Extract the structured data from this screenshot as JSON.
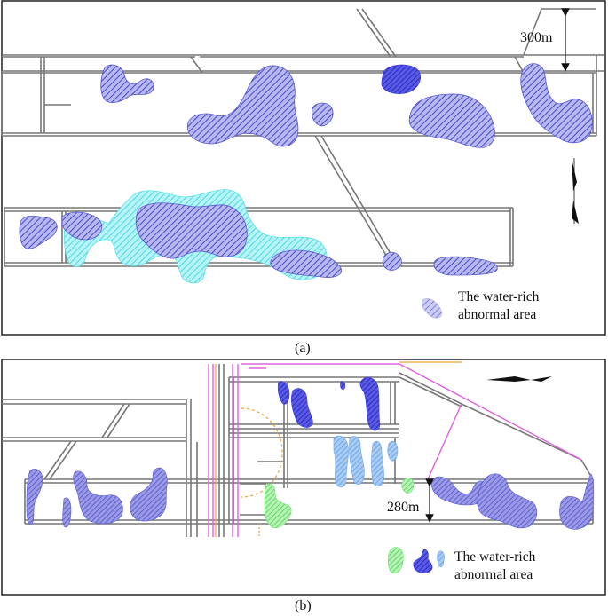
{
  "panel_a": {
    "dimension_label": "300m",
    "legend_line1": "The water-rich",
    "legend_line2": "abnormal area",
    "caption": "(a)"
  },
  "panel_b": {
    "dimension_label": "280m",
    "legend_line1": "The water-rich",
    "legend_line2": "abnormal area",
    "caption": "(b)"
  },
  "colors": {
    "purple_hatch": "#5a5ad0",
    "cyan_hatch": "#5fe0e8",
    "blue_solid": "#3a3ad6",
    "lightblue_hatch": "#70a8e8",
    "green_hatch": "#6ee06e",
    "magenta_line": "#e060e0",
    "orange_line": "#f0a040",
    "roadway_line": "#777777"
  }
}
